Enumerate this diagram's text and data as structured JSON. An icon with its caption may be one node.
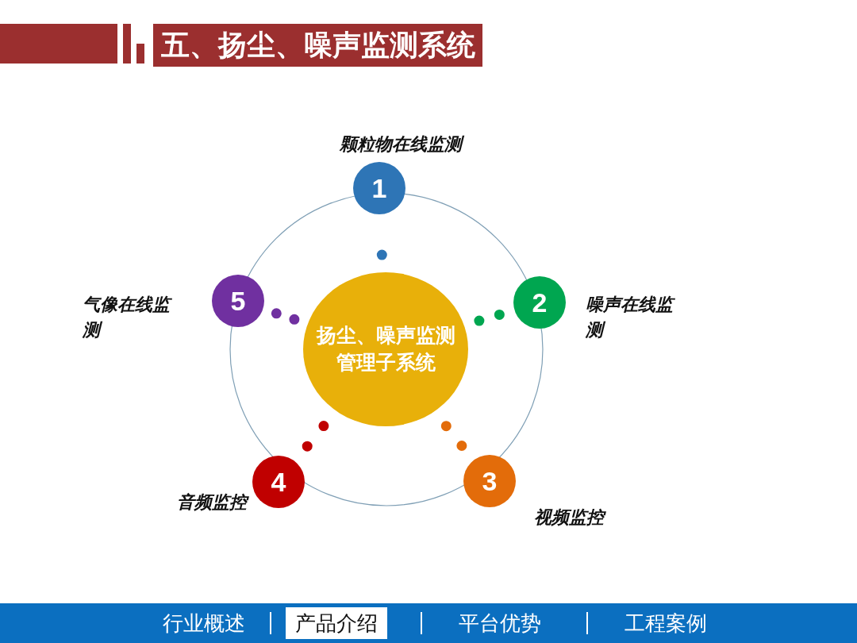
{
  "diagram": {
    "title": "五、扬尘、噪声监测系统",
    "nodes": [
      {
        "text": [
          "扬尘、噪声监测管理子系统"
        ]
      },
      {
        "text": [
          "1"
        ],
        "beside": [
          "颗粒物在线监测"
        ]
      },
      {
        "text": [
          "2"
        ],
        "beside": [
          "噪声在线监测"
        ]
      },
      {
        "text": [
          "3"
        ],
        "beside": [
          "视频监控"
        ]
      },
      {
        "text": [
          "4"
        ],
        "beside": [
          "音频监控"
        ]
      },
      {
        "text": [
          "5"
        ],
        "beside": [
          "气像在线监测"
        ]
      }
    ],
    "edges": [
      {
        "from": 0,
        "to": 1,
        "arrow": "none",
        "style": "dashed",
        "color": "#2e75b6"
      },
      {
        "from": 0,
        "to": 2,
        "arrow": "none",
        "style": "dashed",
        "color": "#00a650"
      },
      {
        "from": 0,
        "to": 3,
        "arrow": "none",
        "style": "dashed",
        "color": "#e36c0a"
      },
      {
        "from": 0,
        "to": 4,
        "arrow": "none",
        "style": "dashed",
        "color": "#c00000"
      },
      {
        "from": 0,
        "to": 5,
        "arrow": "none",
        "style": "dashed",
        "color": "#7030a0"
      }
    ],
    "labels": [
      "行业概述",
      "产品介绍",
      "平台优势",
      "工程案例"
    ]
  }
}
